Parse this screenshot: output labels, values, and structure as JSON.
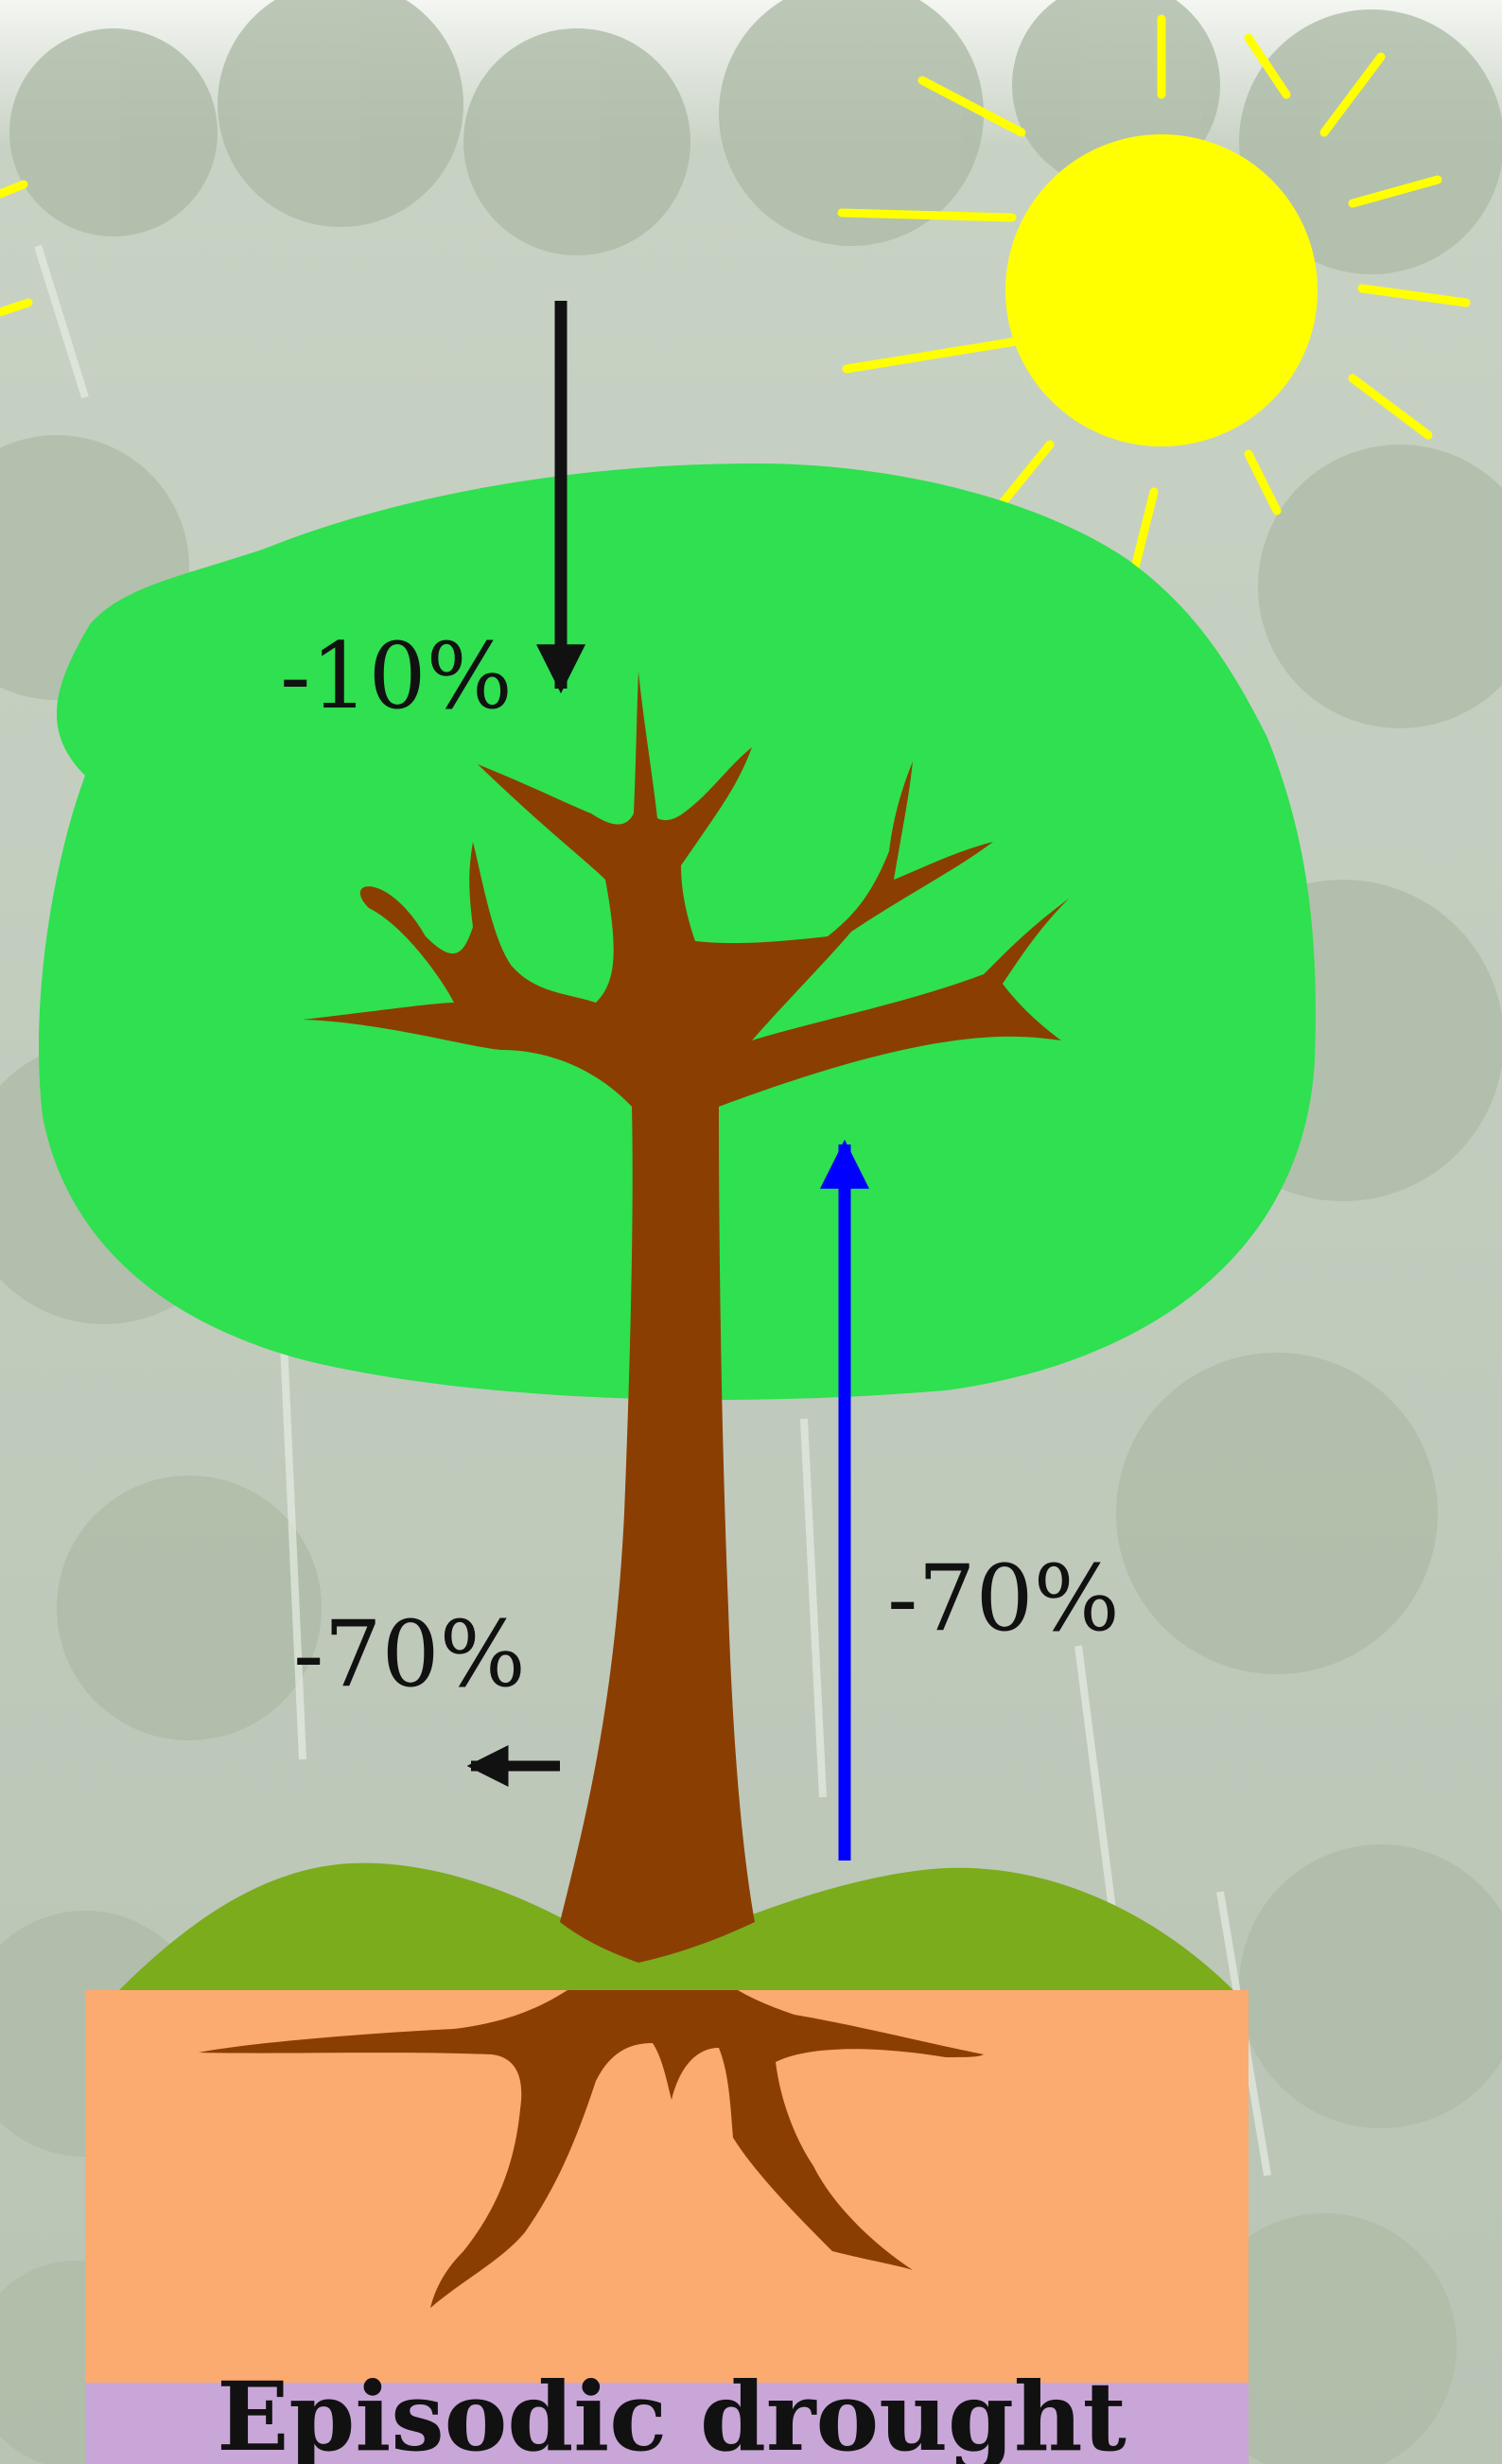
{
  "labels": {
    "canopy_input": "-10%",
    "transpiration_output": "-70%",
    "sap_flow": "-70%"
  },
  "footer": {
    "title": "Episodic drought"
  },
  "colors": {
    "canopy": "#2fe050",
    "trunk": "#8b3e02",
    "grass": "#7aac1c",
    "soil": "#fbaa70",
    "bedrock": "#c9a6d8",
    "sun": "#ffff00",
    "sap_arrow": "#0000ff",
    "arrow": "#111111"
  },
  "icons": {
    "sun": "sun-icon",
    "tree": "tree-icon"
  }
}
